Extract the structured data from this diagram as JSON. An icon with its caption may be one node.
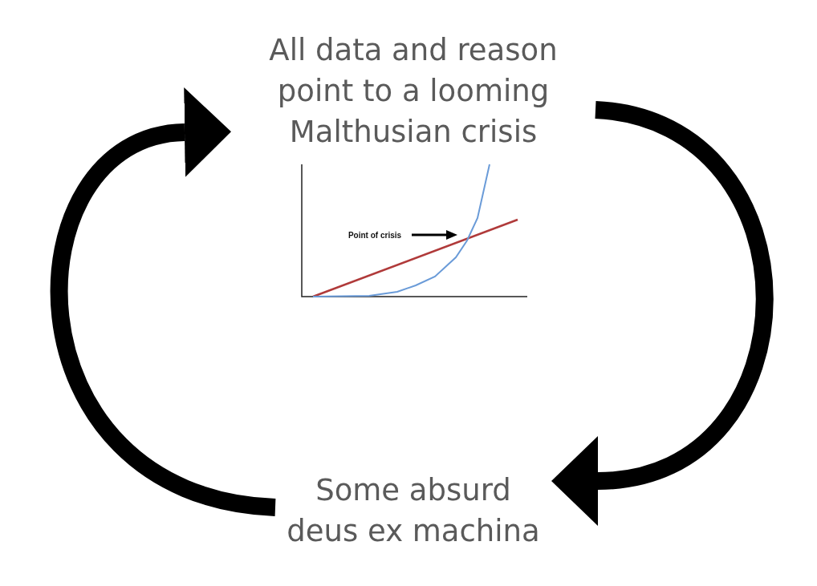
{
  "diagram": {
    "nodes": [
      {
        "text": [
          "All data and reason point to a looming Malthusian crisis"
        ]
      },
      {
        "text": [
          "Some absurd deus ex machina"
        ]
      },
      {
        "text": [],
        "shape": "picture"
      },
      {
        "text": [
          "Point of crisis"
        ],
        "in": 2
      }
    ],
    "edges": [
      {
        "from": 0,
        "to": 1,
        "arrow": "to"
      },
      {
        "from": 1,
        "to": 0,
        "arrow": "to"
      },
      {
        "from": 3,
        "to": 2,
        "arrow": "to"
      }
    ]
  }
}
